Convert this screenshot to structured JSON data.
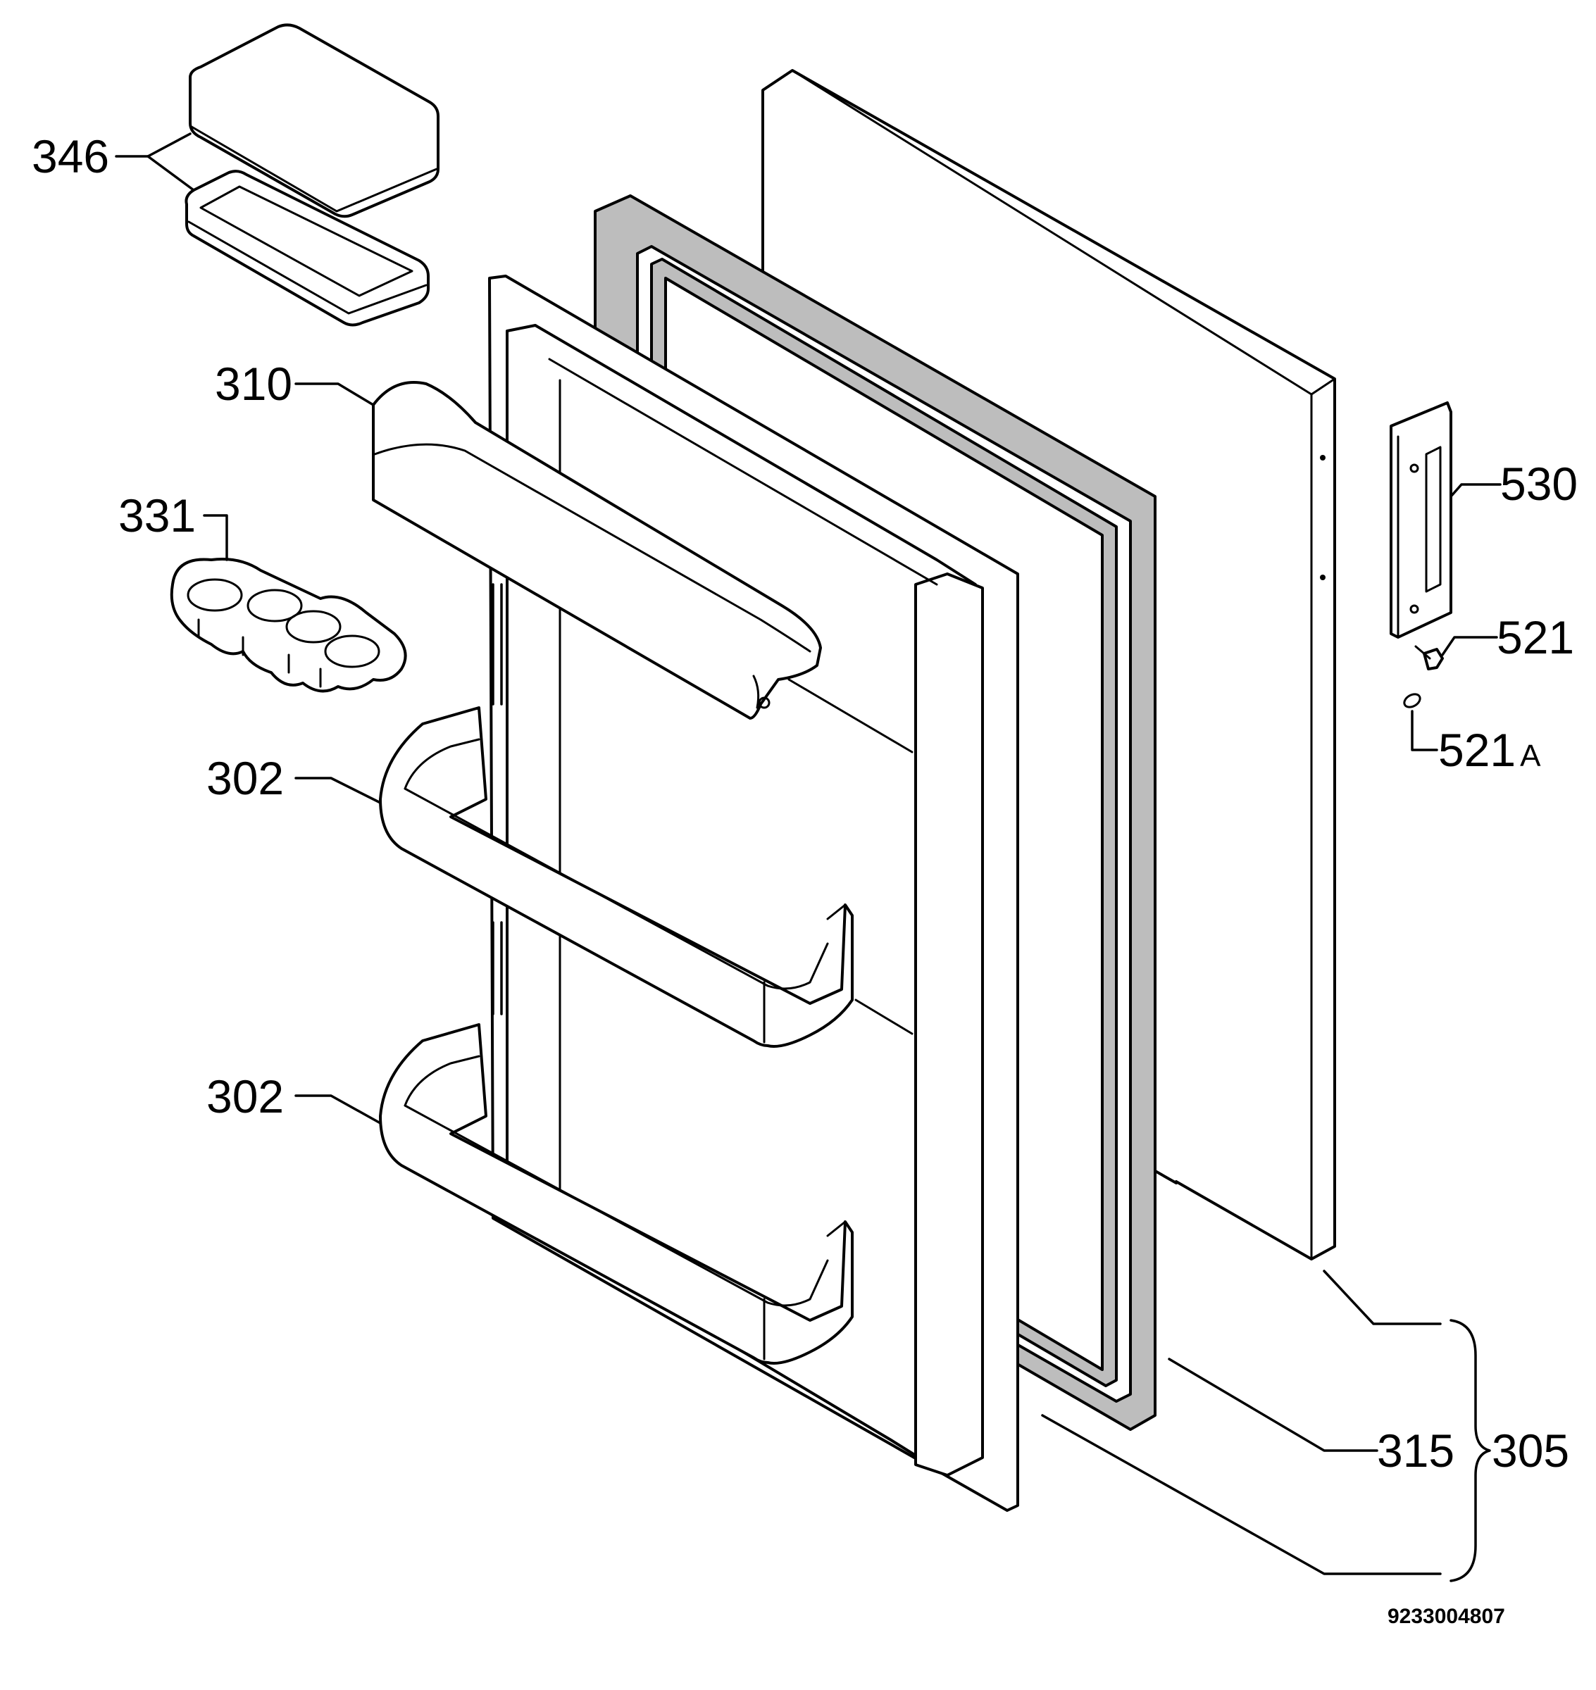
{
  "diagram": {
    "drawing_number": "9233004807",
    "parts": [
      {
        "key": "p346",
        "label": "346",
        "icon": "dairy-compartment-lid-and-tray-icon"
      },
      {
        "key": "p310",
        "label": "310",
        "icon": "door-shelf-cover-icon"
      },
      {
        "key": "p331",
        "label": "331",
        "icon": "egg-tray-icon"
      },
      {
        "key": "p302a",
        "label": "302",
        "icon": "door-shelf-upper-icon"
      },
      {
        "key": "p302b",
        "label": "302",
        "icon": "door-shelf-lower-icon"
      },
      {
        "key": "p530",
        "label": "530",
        "icon": "door-hinge-bracket-icon"
      },
      {
        "key": "p521",
        "label": "521",
        "icon": "screw-icon"
      },
      {
        "key": "p521a",
        "label": "521",
        "suffix": "A",
        "icon": "washer-icon"
      },
      {
        "key": "p315",
        "label": "315",
        "icon": "door-gasket-icon"
      },
      {
        "key": "p305",
        "label": "305",
        "icon": "door-assembly-bracket-icon"
      }
    ]
  }
}
